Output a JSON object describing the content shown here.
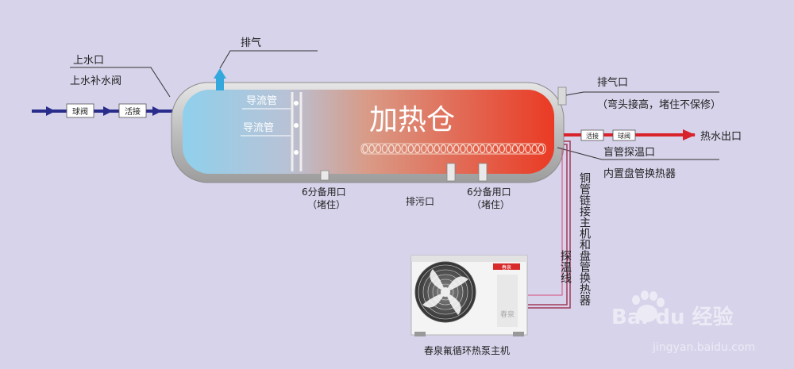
{
  "labels": {
    "inlet": "上水口",
    "inlet_valve": "上水补水阀",
    "exhaust_top": "排气",
    "guide_tube_1": "导流管",
    "guide_tube_2": "导流管",
    "heating_chamber": "加热仓",
    "exhaust_right": "排气口",
    "exhaust_right_note": "（弯头接高，堵住不保修）",
    "hot_water_out": "热水出口",
    "blind_tube": "盲管探温口",
    "built_in_coil": "内置盘管换热器",
    "spare_port_left": "6分备用口",
    "spare_port_left_note": "（堵住）",
    "drain": "排污口",
    "spare_port_right": "6分备用口",
    "spare_port_right_note": "（堵住）",
    "copper_pipe": "铜管链接主机和盘管换热器",
    "temp_wire": "探温线",
    "heat_pump": "春泉氟循环热泵主机",
    "unit_brand": "春泉",
    "unit_panel": "春泉",
    "ball_valve_left": "球阀",
    "union_left": "活接",
    "union_right": "活接",
    "ball_valve_right": "球阀"
  },
  "watermark": {
    "brand": "Bai du 经验",
    "url": "jingyan.baidu.com"
  },
  "colors": {
    "background": "#d6d3ea",
    "inlet_pipe": "#2a2c8c",
    "outlet_pipe": "#d8232a",
    "cold_water": "#7cc4e6",
    "hot_water": "#e94a2e",
    "tank_shell": "#c7c7c7",
    "unit_body": "#f3f3f3"
  }
}
